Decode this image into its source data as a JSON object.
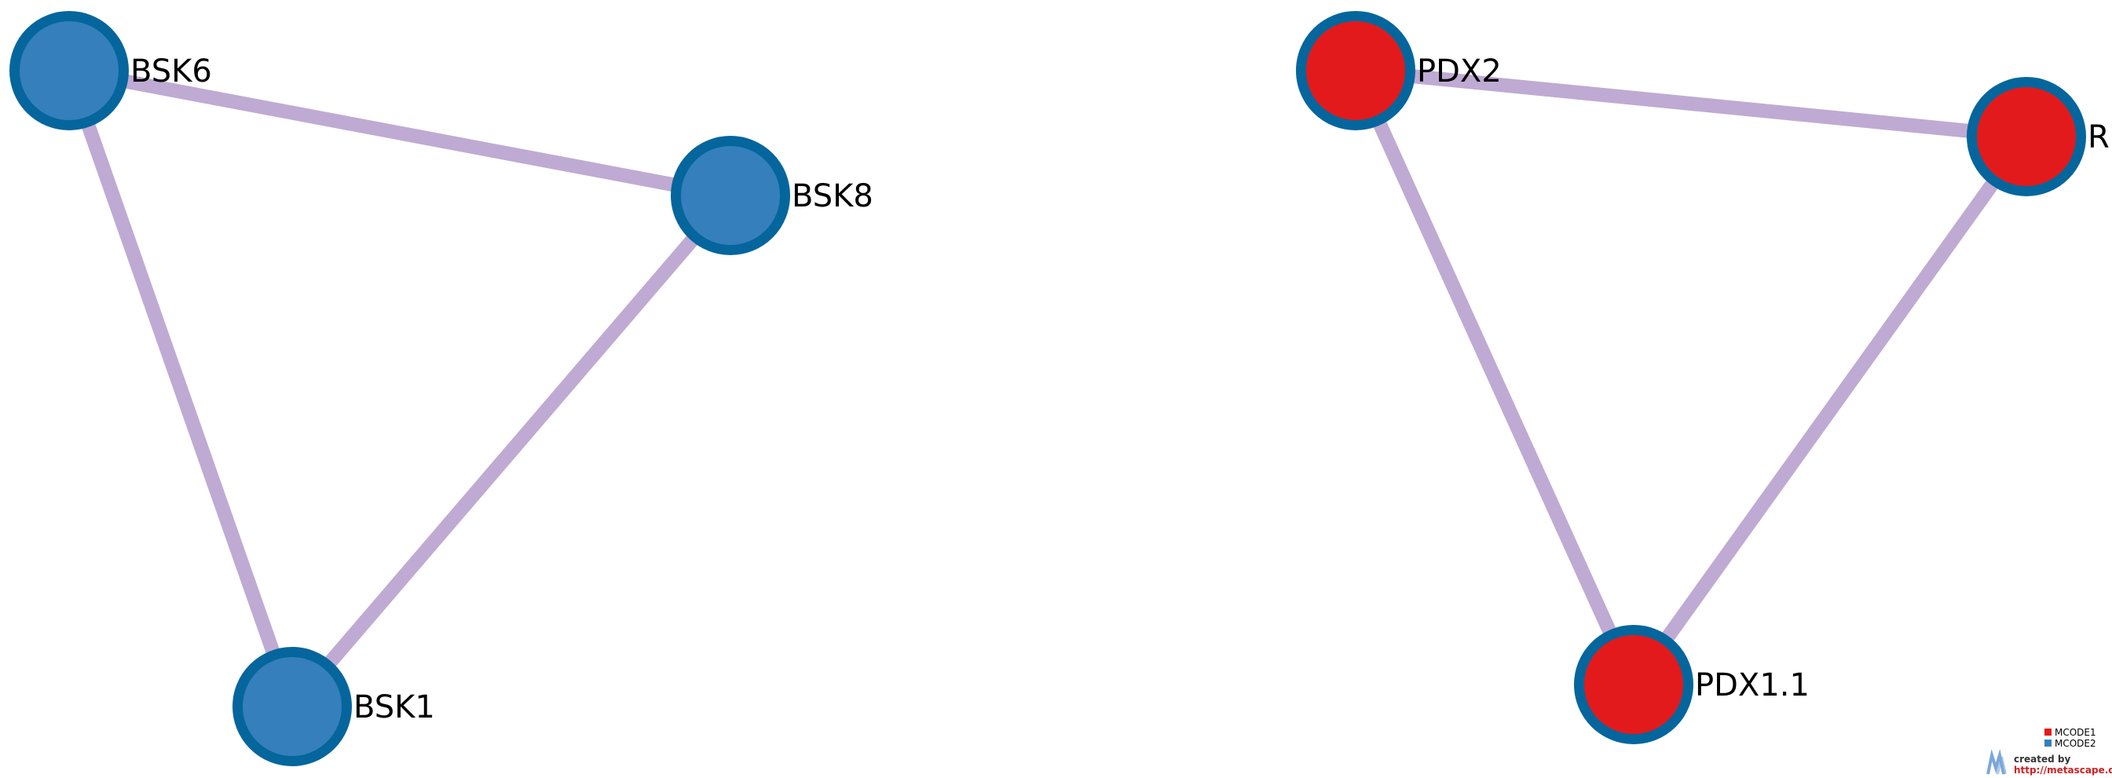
{
  "colors": {
    "edge": "#bfaad3",
    "node_border": "#04669c",
    "mcode1_fill": "#e31a1c",
    "mcode2_fill": "#357fbc",
    "credit_label": "#333333",
    "credit_url": "#cc2222",
    "logo": "#7da7d9"
  },
  "networks": [
    {
      "id": "mcode2-cluster",
      "nodes": [
        {
          "id": "BSK6",
          "label": "BSK6",
          "group": "MCODE2"
        },
        {
          "id": "BSK8",
          "label": "BSK8",
          "group": "MCODE2"
        },
        {
          "id": "BSK1",
          "label": "BSK1",
          "group": "MCODE2"
        }
      ],
      "edges": [
        [
          "BSK6",
          "BSK8"
        ],
        [
          "BSK6",
          "BSK1"
        ],
        [
          "BSK8",
          "BSK1"
        ]
      ]
    },
    {
      "id": "mcode1-cluster",
      "nodes": [
        {
          "id": "PDX2",
          "label": "PDX2",
          "group": "MCODE1"
        },
        {
          "id": "R",
          "label": "R",
          "group": "MCODE1"
        },
        {
          "id": "PDX1.1",
          "label": "PDX1.1",
          "group": "MCODE1"
        }
      ],
      "edges": [
        [
          "PDX2",
          "R"
        ],
        [
          "PDX2",
          "PDX1.1"
        ],
        [
          "R",
          "PDX1.1"
        ]
      ]
    }
  ],
  "legend": {
    "items": [
      {
        "label": "MCODE1",
        "color": "#e31a1c"
      },
      {
        "label": "MCODE2",
        "color": "#357fbc"
      }
    ]
  },
  "credit": {
    "line1": "created by",
    "line2": "http://metascape.org",
    "logo_icon": "metascape-logo-icon"
  }
}
